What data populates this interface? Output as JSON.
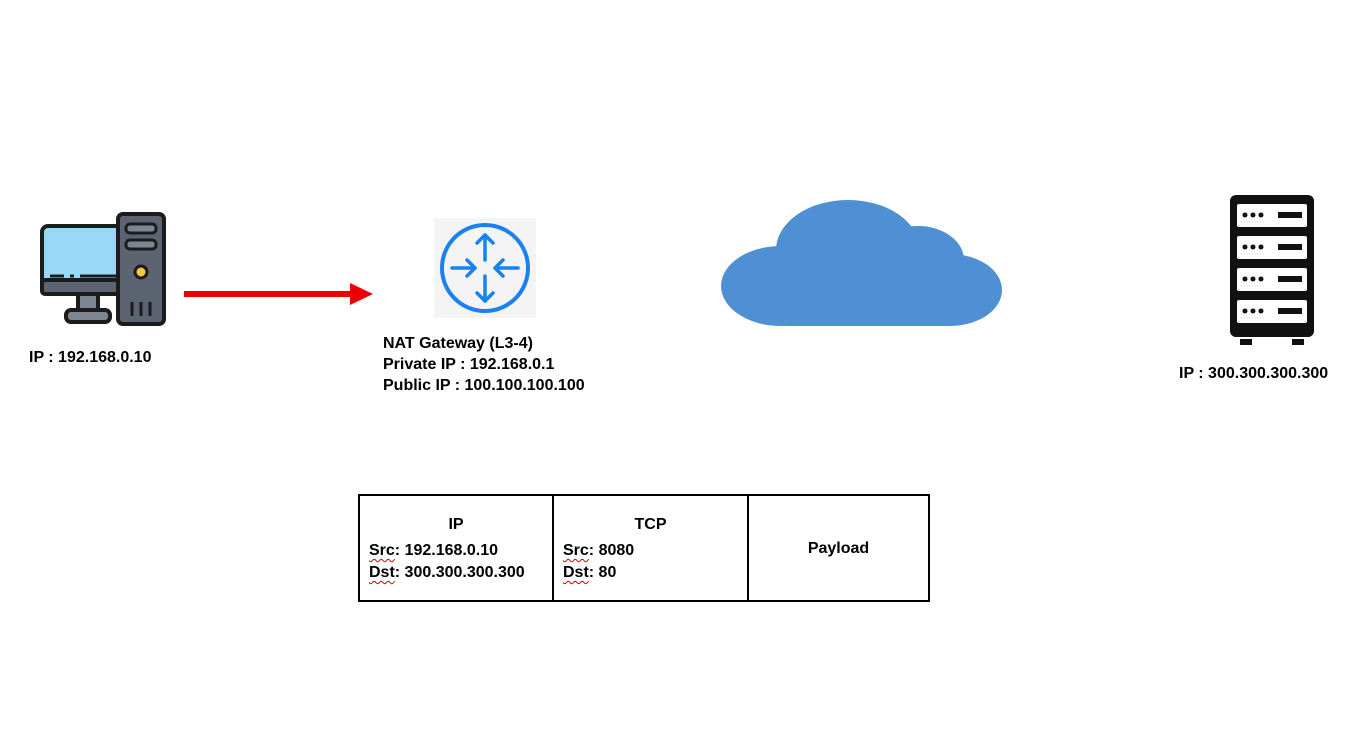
{
  "client": {
    "ip_label": "IP : 192.168.0.10"
  },
  "gateway": {
    "title": "NAT Gateway (L3-4)",
    "private_ip": "Private IP : 192.168.0.1",
    "public_ip": "Public IP : 100.100.100.100"
  },
  "server": {
    "ip_label": "IP : 300.300.300.300"
  },
  "packet": {
    "ip": {
      "header": "IP",
      "src_key": "Src",
      "src_value": ": 192.168.0.10",
      "dst_key": "Dst",
      "dst_value": ": 300.300.300.300"
    },
    "tcp": {
      "header": "TCP",
      "src_key": "Src",
      "src_value": ": 8080",
      "dst_key": "Dst",
      "dst_value": ": 80"
    },
    "payload": {
      "label": "Payload"
    }
  },
  "colors": {
    "arrow": "#ee0000",
    "router_stroke": "#1a82f0",
    "cloud_fill": "#4f8fd4",
    "monitor_screen": "#9ad8f7",
    "dark": "#1c1c1c"
  },
  "icons": [
    "desktop-computer-icon",
    "router-icon",
    "cloud-icon",
    "server-rack-icon"
  ]
}
